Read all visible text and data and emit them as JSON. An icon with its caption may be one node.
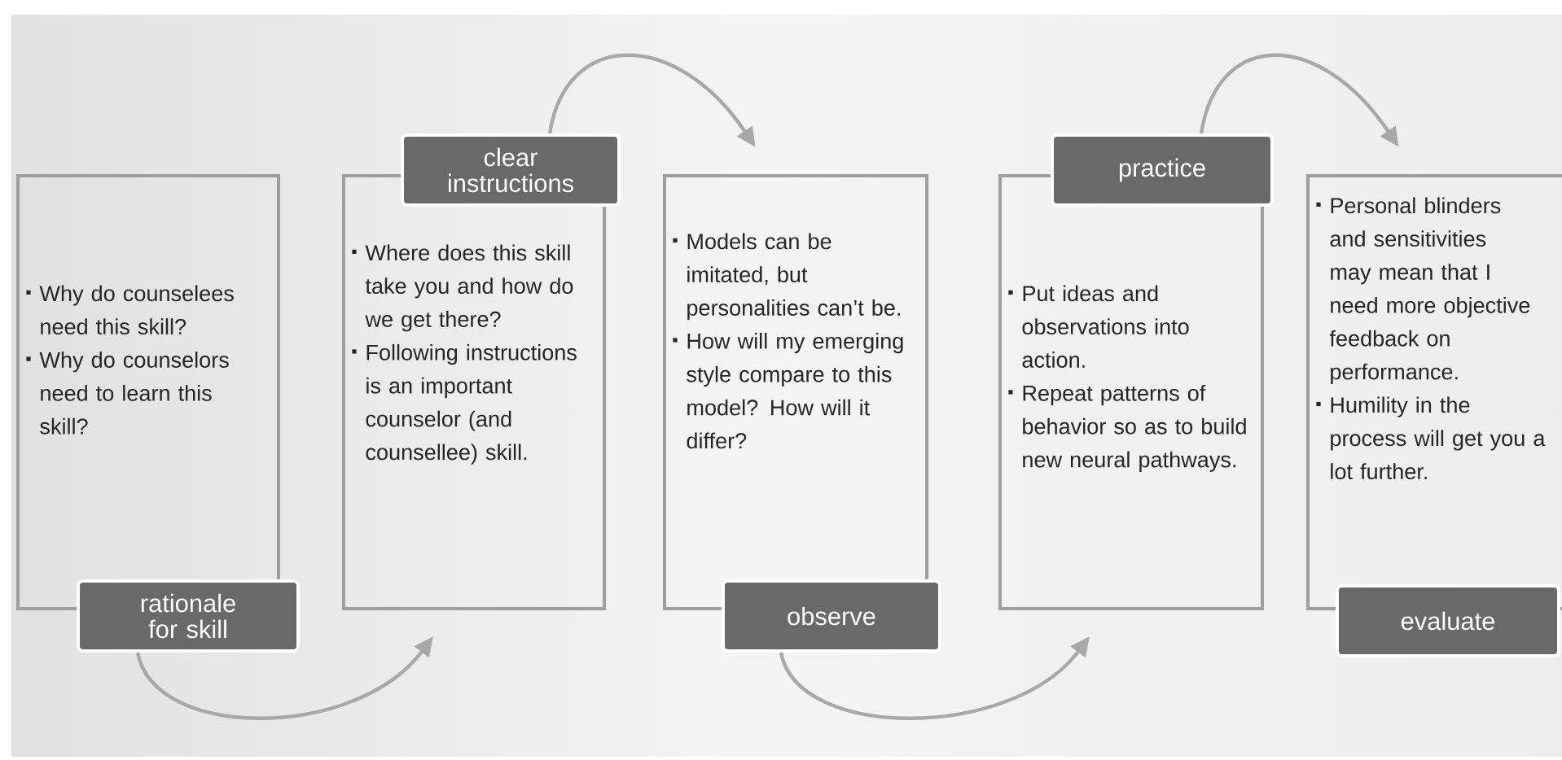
{
  "diagram": {
    "nodes": [
      {
        "text": [
          "Why do counselees need this skill?",
          "Why do counselors need to learn this skill?"
        ]
      },
      {
        "text": [
          "rationale for skill"
        ]
      },
      {
        "text": [
          "Where does this skill take you and how do we get there?",
          "Following instructions is an important counselor (and counsellee) skill."
        ]
      },
      {
        "text": [
          "clear instructions"
        ]
      },
      {
        "text": [
          "Models can be imitated, but personalities can’t be.",
          "How will my emerging style compare to this model? How will it differ?"
        ]
      },
      {
        "text": [
          "observe"
        ]
      },
      {
        "text": [
          "Put ideas and observations into action.",
          "Repeat patterns of behavior so as to build new neural pathways."
        ]
      },
      {
        "text": [
          "practice"
        ]
      },
      {
        "text": [
          "Personal blinders and sensitivities may mean that I need more objective feedback on performance.",
          "Humility in the process will get you a lot further."
        ]
      },
      {
        "text": [
          "evaluate"
        ]
      }
    ],
    "edges": [
      {
        "from": 1,
        "to": 2,
        "arrow": "to"
      },
      {
        "from": 3,
        "to": 4,
        "arrow": "to"
      },
      {
        "from": 5,
        "to": 6,
        "arrow": "to"
      },
      {
        "from": 7,
        "to": 8,
        "arrow": "to"
      }
    ]
  }
}
